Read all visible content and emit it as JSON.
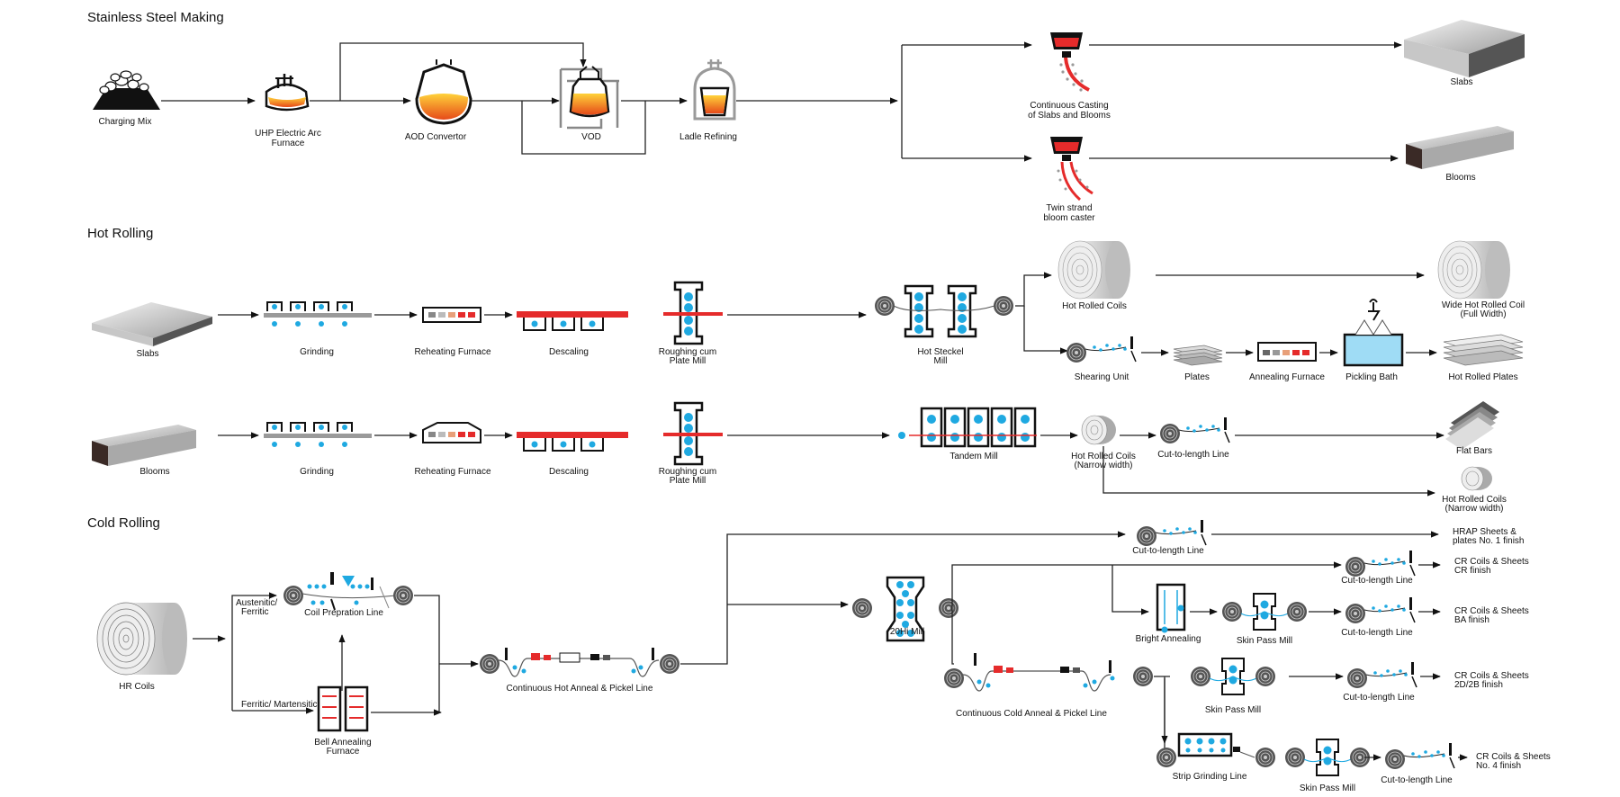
{
  "sections": {
    "steel_making": "Stainless Steel Making",
    "hot_rolling": "Hot Rolling",
    "cold_rolling": "Cold Rolling"
  },
  "steel_making": {
    "charging_mix": "Charging Mix",
    "uhp_1": "UHP Electric Arc",
    "uhp_2": "Furnace",
    "aod": "AOD Convertor",
    "vod": "VOD",
    "ladle": "Ladle Refining",
    "cc_1": "Continuous Casting",
    "cc_2": "of Slabs and Blooms",
    "twin_1": "Twin strand",
    "twin_2": "bloom caster",
    "slabs": "Slabs",
    "blooms": "Blooms"
  },
  "hot_rolling": {
    "slabs": "Slabs",
    "grinding": "Grinding",
    "reheating": "Reheating Furnace",
    "descaling": "Descaling",
    "roughing_1": "Roughing cum",
    "roughing_2": "Plate Mill",
    "steckel_1": "Hot Steckel",
    "steckel_2": "Mill",
    "hr_coils": "Hot Rolled Coils",
    "wide_1": "Wide Hot Rolled Coil",
    "wide_2": "(Full Width)",
    "shearing": "Shearing Unit",
    "plates": "Plates",
    "annealing": "Annealing Furnace",
    "pickling": "Pickling Bath",
    "hr_plates": "Hot Rolled Plates",
    "blooms": "Blooms",
    "grinding_b": "Grinding",
    "reheating_b": "Reheating Furnace",
    "descaling_b": "Descaling",
    "roughing_b1": "Roughing cum",
    "roughing_b2": "Plate Mill",
    "tandem": "Tandem Mill",
    "hrc_narrow_1": "Hot Rolled Coils",
    "hrc_narrow_2": "(Narrow width)",
    "ctl": "Cut-to-length Line",
    "flat_bars": "Flat Bars",
    "hrc_out_1": "Hot Rolled Coils",
    "hrc_out_2": "(Narrow width)"
  },
  "cold_rolling": {
    "hr_coils": "HR Coils",
    "aus_1": "Austenitic/",
    "aus_2": "Ferritic",
    "ferr_mart": "Ferritic/ Martensitic",
    "coil_prep": "Coil Prepration Line",
    "bell_1": "Bell Annealing",
    "bell_2": "Furnace",
    "chapl": "Continuous Hot Anneal & Pickel Line",
    "ctl_top": "Cut-to-length Line",
    "hrap_1": "HRAP Sheets &",
    "hrap_2": "plates No. 1 finish",
    "mill20": "20Hi Mill",
    "ctl_cr": "Cut-to-length Line",
    "cr_1": "CR Coils & Sheets",
    "cr_2": "CR finish",
    "bright": "Bright Annealing",
    "skin1": "Skin Pass Mill",
    "ctl_ba": "Cut-to-length Line",
    "ba_1": "CR Coils & Sheets",
    "ba_2": "BA finish",
    "ccapl": "Continuous Cold Anneal & Pickel Line",
    "skin2": "Skin Pass Mill",
    "ctl_2d": "Cut-to-length Line",
    "d2_1": "CR Coils & Sheets",
    "d2_2": "2D/2B finish",
    "strip": "Strip Grinding Line",
    "skin3": "Skin Pass Mill",
    "ctl_4": "Cut-to-length Line",
    "n4_1": "CR Coils & Sheets",
    "n4_2": "No. 4 finish"
  },
  "colors": {
    "red": "#e52b2b",
    "blue": "#1fa9e1",
    "gray": "#9a9a9a",
    "black": "#111111"
  },
  "icons": [
    "charging-mix-icon",
    "arc-furnace-icon",
    "aod-convertor-icon",
    "vod-icon",
    "ladle-icon",
    "caster-icon",
    "slab-icon",
    "bloom-icon",
    "grinding-icon",
    "reheating-furnace-icon",
    "descaling-icon",
    "roughing-mill-icon",
    "steckel-mill-icon",
    "coil-icon",
    "shear-icon",
    "plates-icon",
    "annealing-furnace-icon",
    "pickling-bath-icon",
    "tandem-mill-icon",
    "flat-bars-icon",
    "20hi-mill-icon",
    "bright-annealing-icon",
    "skin-pass-mill-icon",
    "strip-grinding-icon",
    "bell-annealing-icon"
  ]
}
